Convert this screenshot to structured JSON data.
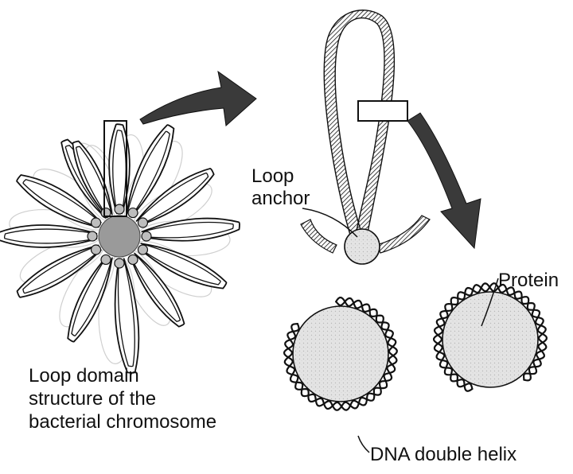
{
  "caption": {
    "lines": [
      "Loop domain",
      "structure of the",
      "bacterial chromosome"
    ]
  },
  "labels": {
    "loop_anchor": [
      "Loop",
      "anchor"
    ],
    "protein": "Protein",
    "dna_double_helix": "DNA double helix"
  },
  "colors": {
    "ink": "#111111",
    "arrow": "#3a3a3a",
    "sphere_fill": "#e2e2e2",
    "core_fill": "#9a9a9a",
    "halo": "#cfcfcf"
  }
}
